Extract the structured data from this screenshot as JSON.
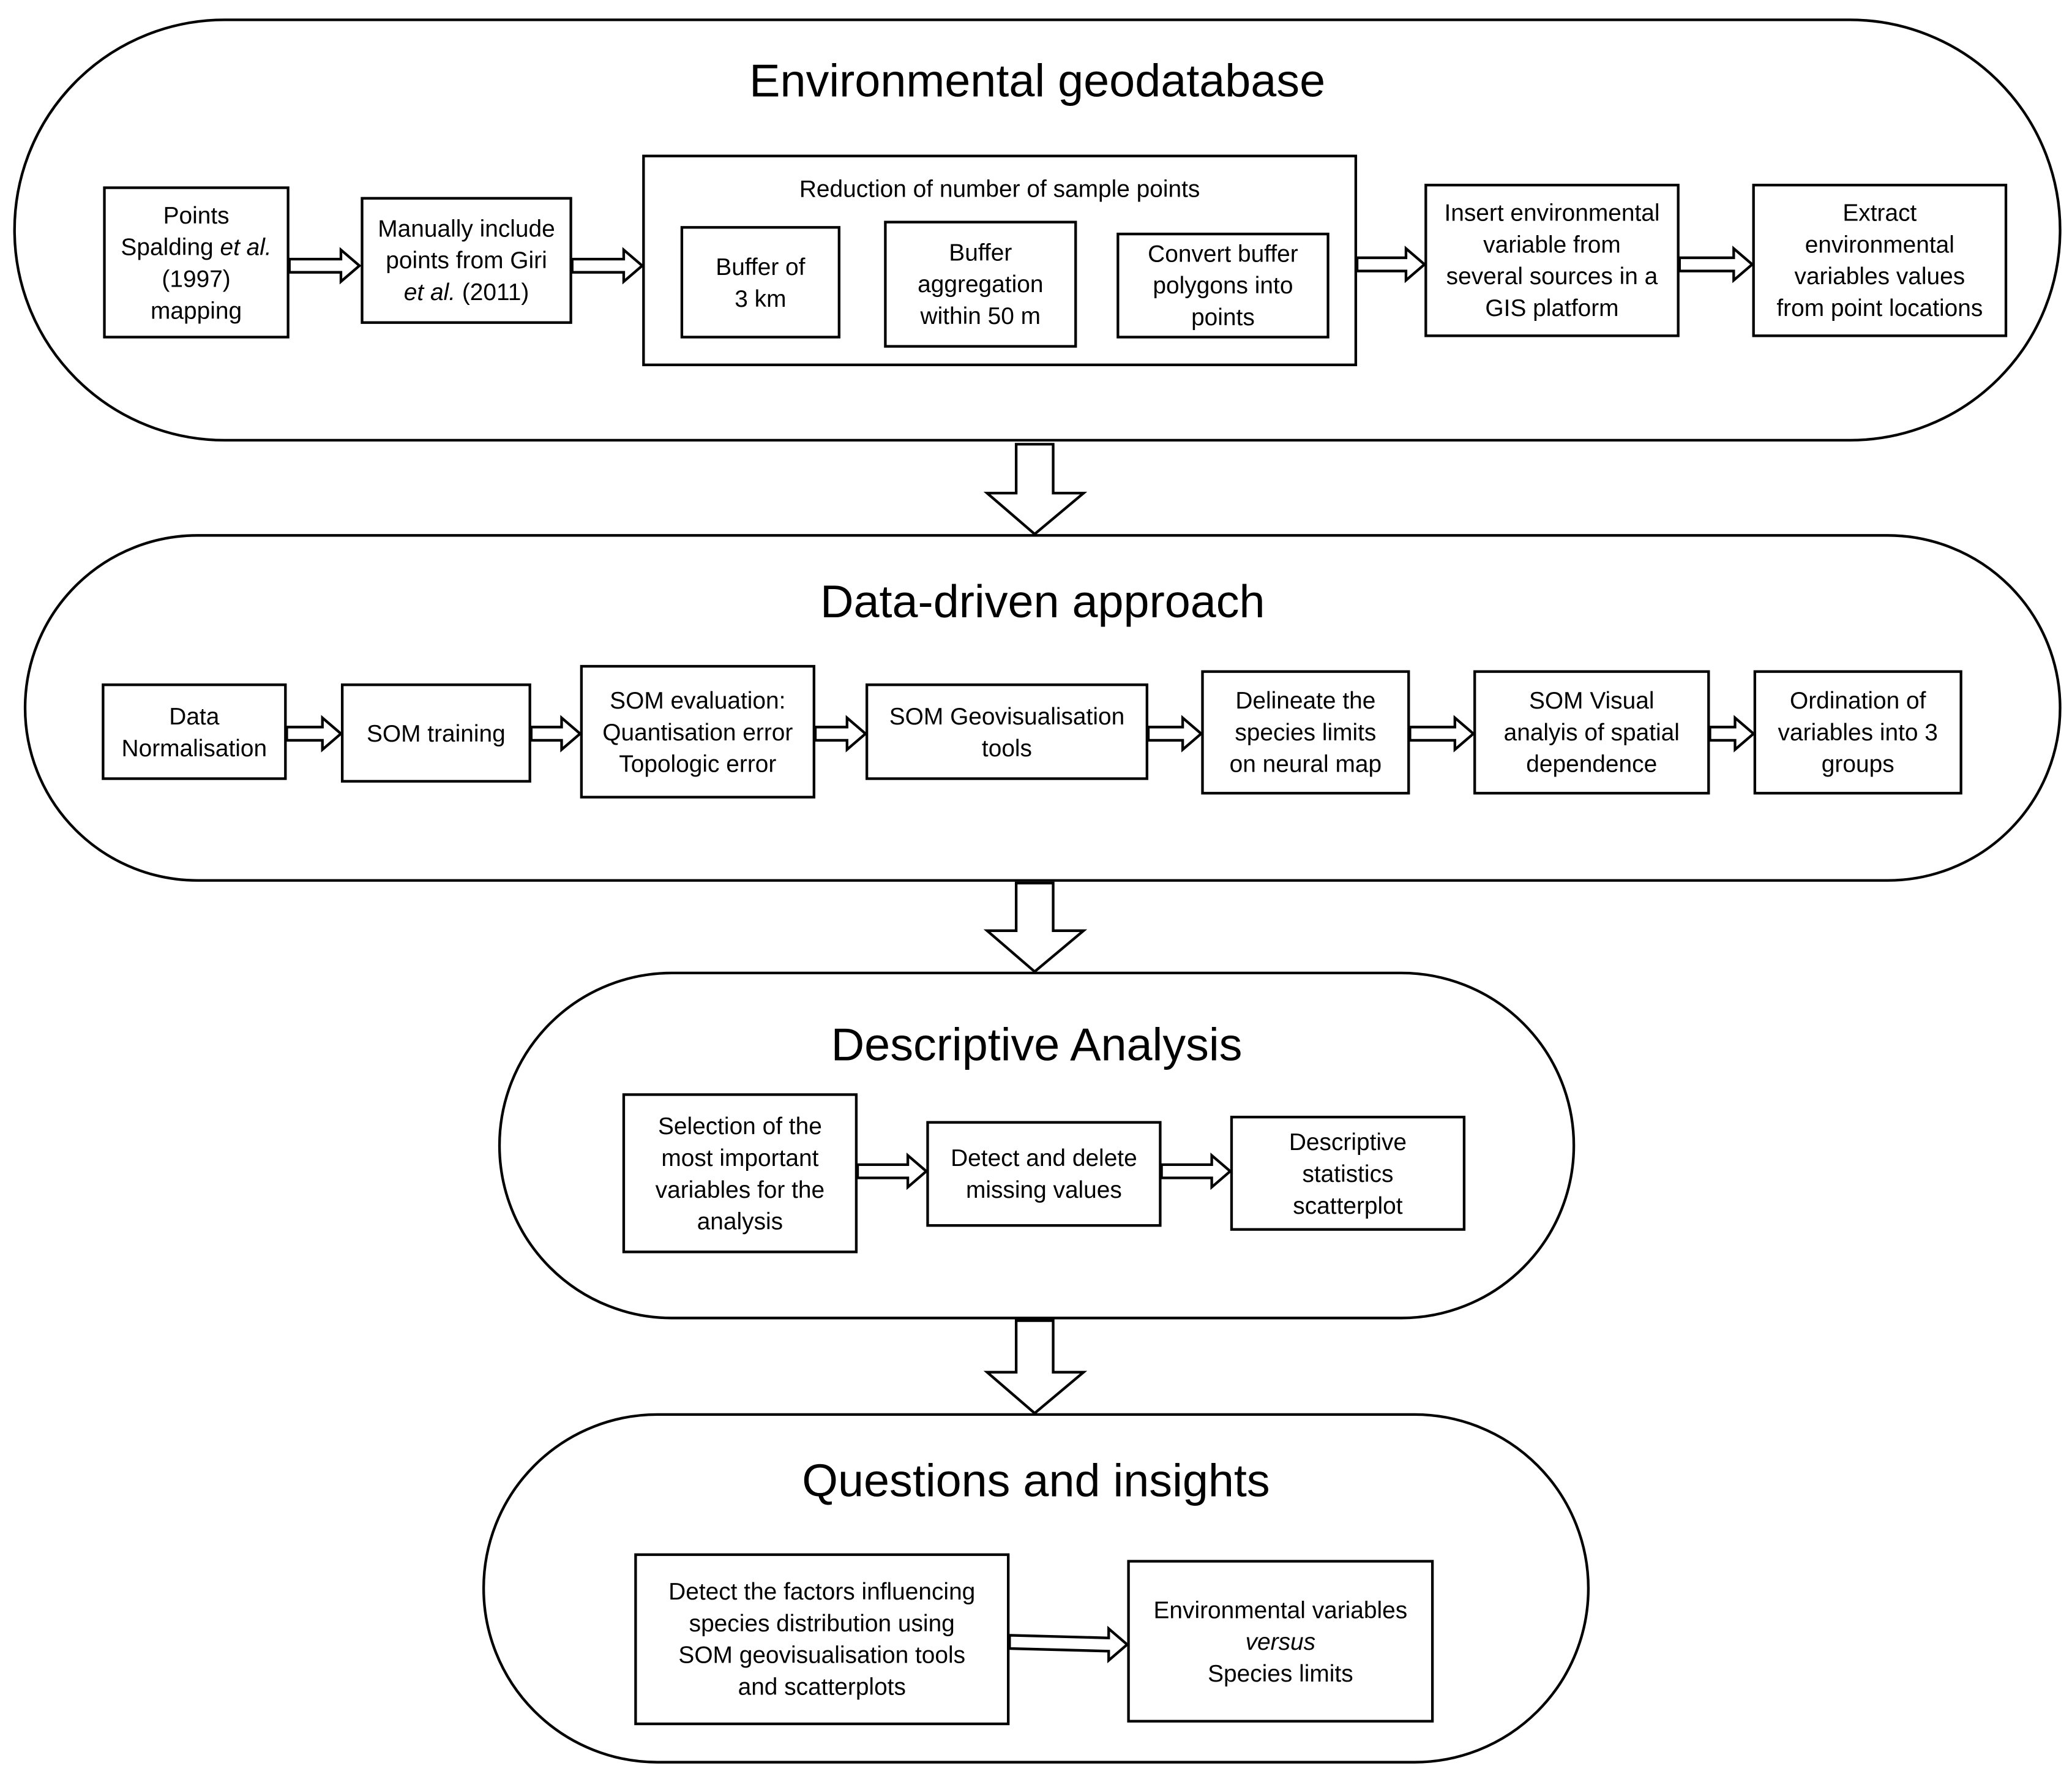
{
  "stage1": {
    "title": "Environmental geodatabase",
    "box_points": {
      "line1": "Points",
      "line2_pre": "Spalding ",
      "line2_em": "et al.",
      "line3": "(1997)",
      "line4": "mapping"
    },
    "box_giri": {
      "line1": "Manually include",
      "line2": "points from Giri",
      "line3_em": "et al.",
      "line3_post": " (2011)"
    },
    "reduction": {
      "title": "Reduction of number of sample points",
      "buffer3km": {
        "line1": "Buffer of",
        "line2": "3 km"
      },
      "aggregation": {
        "line1": "Buffer",
        "line2": "aggregation",
        "line3": "within 50 m"
      },
      "convert": {
        "line1": "Convert buffer",
        "line2": "polygons into",
        "line3": "points"
      }
    },
    "box_insert": {
      "line1": "Insert environmental",
      "line2": "variable from",
      "line3": "several sources in a",
      "line4": "GIS platform"
    },
    "box_extract": {
      "line1": "Extract",
      "line2": "environmental",
      "line3": "variables values",
      "line4": "from point locations"
    }
  },
  "stage2": {
    "title": "Data-driven approach",
    "box_normalisation": {
      "line1": "Data",
      "line2": "Normalisation"
    },
    "box_training": {
      "line1": "SOM training"
    },
    "box_evaluation": {
      "line1": "SOM evaluation:",
      "line2": "Quantisation error",
      "line3": "Topologic error"
    },
    "box_geovis": {
      "line1": "SOM Geovisualisation",
      "line2": "tools"
    },
    "box_delineate": {
      "line1": "Delineate the",
      "line2": "species limits",
      "line3": "on neural map"
    },
    "box_visual": {
      "line1": "SOM Visual",
      "line2": "analyis of spatial",
      "line3": "dependence"
    },
    "box_ordination": {
      "line1": "Ordination of",
      "line2": "variables into 3",
      "line3": "groups"
    }
  },
  "stage3": {
    "title": "Descriptive Analysis",
    "box_selection": {
      "line1": "Selection of the",
      "line2": "most important",
      "line3": "variables for the",
      "line4": "analysis"
    },
    "box_missing": {
      "line1": "Detect and delete",
      "line2": "missing values"
    },
    "box_stats": {
      "line1": "Descriptive",
      "line2": "statistics",
      "line3": "scatterplot"
    }
  },
  "stage4": {
    "title": "Questions and insights",
    "box_factors": {
      "line1": "Detect the factors influencing",
      "line2": "species distribution using",
      "line3": "SOM geovisualisation tools",
      "line4": "and scatterplots"
    },
    "box_versus": {
      "line1": "Environmental variables",
      "line2_em": "versus",
      "line3": "Species limits"
    }
  }
}
